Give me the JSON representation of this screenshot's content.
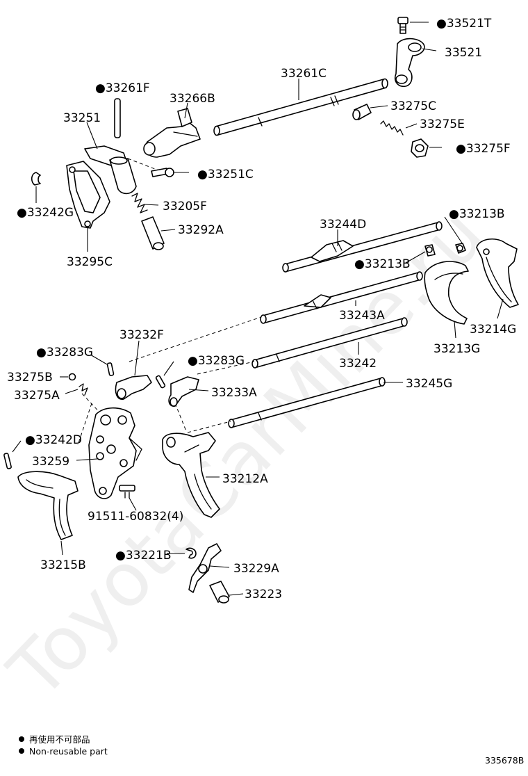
{
  "watermark": "ToyotaCarMine.ru",
  "parts": [
    {
      "id": "p_33521T",
      "label": "33521T",
      "nonreusable": true
    },
    {
      "id": "p_33521",
      "label": "33521",
      "nonreusable": false
    },
    {
      "id": "p_33261C",
      "label": "33261C",
      "nonreusable": false
    },
    {
      "id": "p_33261F",
      "label": "33261F",
      "nonreusable": true
    },
    {
      "id": "p_33266B",
      "label": "33266B",
      "nonreusable": false
    },
    {
      "id": "p_33275C",
      "label": "33275C",
      "nonreusable": false
    },
    {
      "id": "p_33251",
      "label": "33251",
      "nonreusable": false
    },
    {
      "id": "p_33275E",
      "label": "33275E",
      "nonreusable": false
    },
    {
      "id": "p_33275F",
      "label": "33275F",
      "nonreusable": true
    },
    {
      "id": "p_33251C",
      "label": "33251C",
      "nonreusable": true
    },
    {
      "id": "p_33205F",
      "label": "33205F",
      "nonreusable": false
    },
    {
      "id": "p_33242G",
      "label": "33242G",
      "nonreusable": true
    },
    {
      "id": "p_33292A",
      "label": "33292A",
      "nonreusable": false
    },
    {
      "id": "p_33213B_top",
      "label": "33213B",
      "nonreusable": true
    },
    {
      "id": "p_33244D",
      "label": "33244D",
      "nonreusable": false
    },
    {
      "id": "p_33295C",
      "label": "33295C",
      "nonreusable": false
    },
    {
      "id": "p_33213B_mid",
      "label": "33213B",
      "nonreusable": true
    },
    {
      "id": "p_33243A",
      "label": "33243A",
      "nonreusable": false
    },
    {
      "id": "p_33214G",
      "label": "33214G",
      "nonreusable": false
    },
    {
      "id": "p_33232F",
      "label": "33232F",
      "nonreusable": false
    },
    {
      "id": "p_33213G",
      "label": "33213G",
      "nonreusable": false
    },
    {
      "id": "p_33283G_left",
      "label": "33283G",
      "nonreusable": true
    },
    {
      "id": "p_33283G_mid",
      "label": "33283G",
      "nonreusable": true
    },
    {
      "id": "p_33242",
      "label": "33242",
      "nonreusable": false
    },
    {
      "id": "p_33275B",
      "label": "33275B",
      "nonreusable": false
    },
    {
      "id": "p_33245G",
      "label": "33245G",
      "nonreusable": false
    },
    {
      "id": "p_33233A",
      "label": "33233A",
      "nonreusable": false
    },
    {
      "id": "p_33275A",
      "label": "33275A",
      "nonreusable": false
    },
    {
      "id": "p_33242D",
      "label": "33242D",
      "nonreusable": true
    },
    {
      "id": "p_33259",
      "label": "33259",
      "nonreusable": false
    },
    {
      "id": "p_33212A",
      "label": "33212A",
      "nonreusable": false
    },
    {
      "id": "p_91511",
      "label": "91511-60832(4)",
      "nonreusable": false
    },
    {
      "id": "p_33215B",
      "label": "33215B",
      "nonreusable": false
    },
    {
      "id": "p_33221B",
      "label": "33221B",
      "nonreusable": true
    },
    {
      "id": "p_33229A",
      "label": "33229A",
      "nonreusable": false
    },
    {
      "id": "p_33223",
      "label": "33223",
      "nonreusable": false
    }
  ],
  "legend": {
    "symbol": "●",
    "line1": "再使用不可部品",
    "line2": "Non-reusable part"
  },
  "figure_code": "335678B"
}
